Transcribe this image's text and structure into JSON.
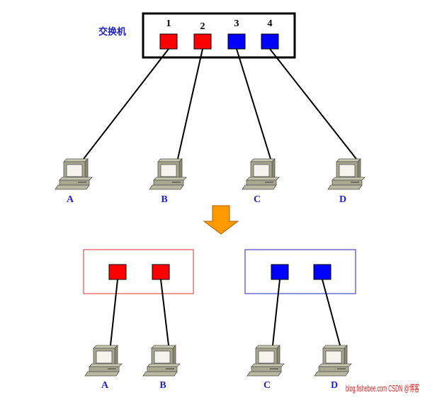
{
  "switch": {
    "title": "交换机",
    "ports": [
      {
        "number": "1",
        "color": "#ff0000"
      },
      {
        "number": "2",
        "color": "#ff0000"
      },
      {
        "number": "3",
        "color": "#0000ff"
      },
      {
        "number": "4",
        "color": "#0000ff"
      }
    ]
  },
  "top_computers": [
    "A",
    "B",
    "C",
    "D"
  ],
  "arrow_color": "#ff9900",
  "vlan_red": {
    "color": "#e03030",
    "computers": [
      "A",
      "B"
    ]
  },
  "vlan_blue": {
    "color": "#2020c0",
    "computers": [
      "C",
      "D"
    ]
  },
  "watermark": "blog.fishebee.com CSDN @博客"
}
